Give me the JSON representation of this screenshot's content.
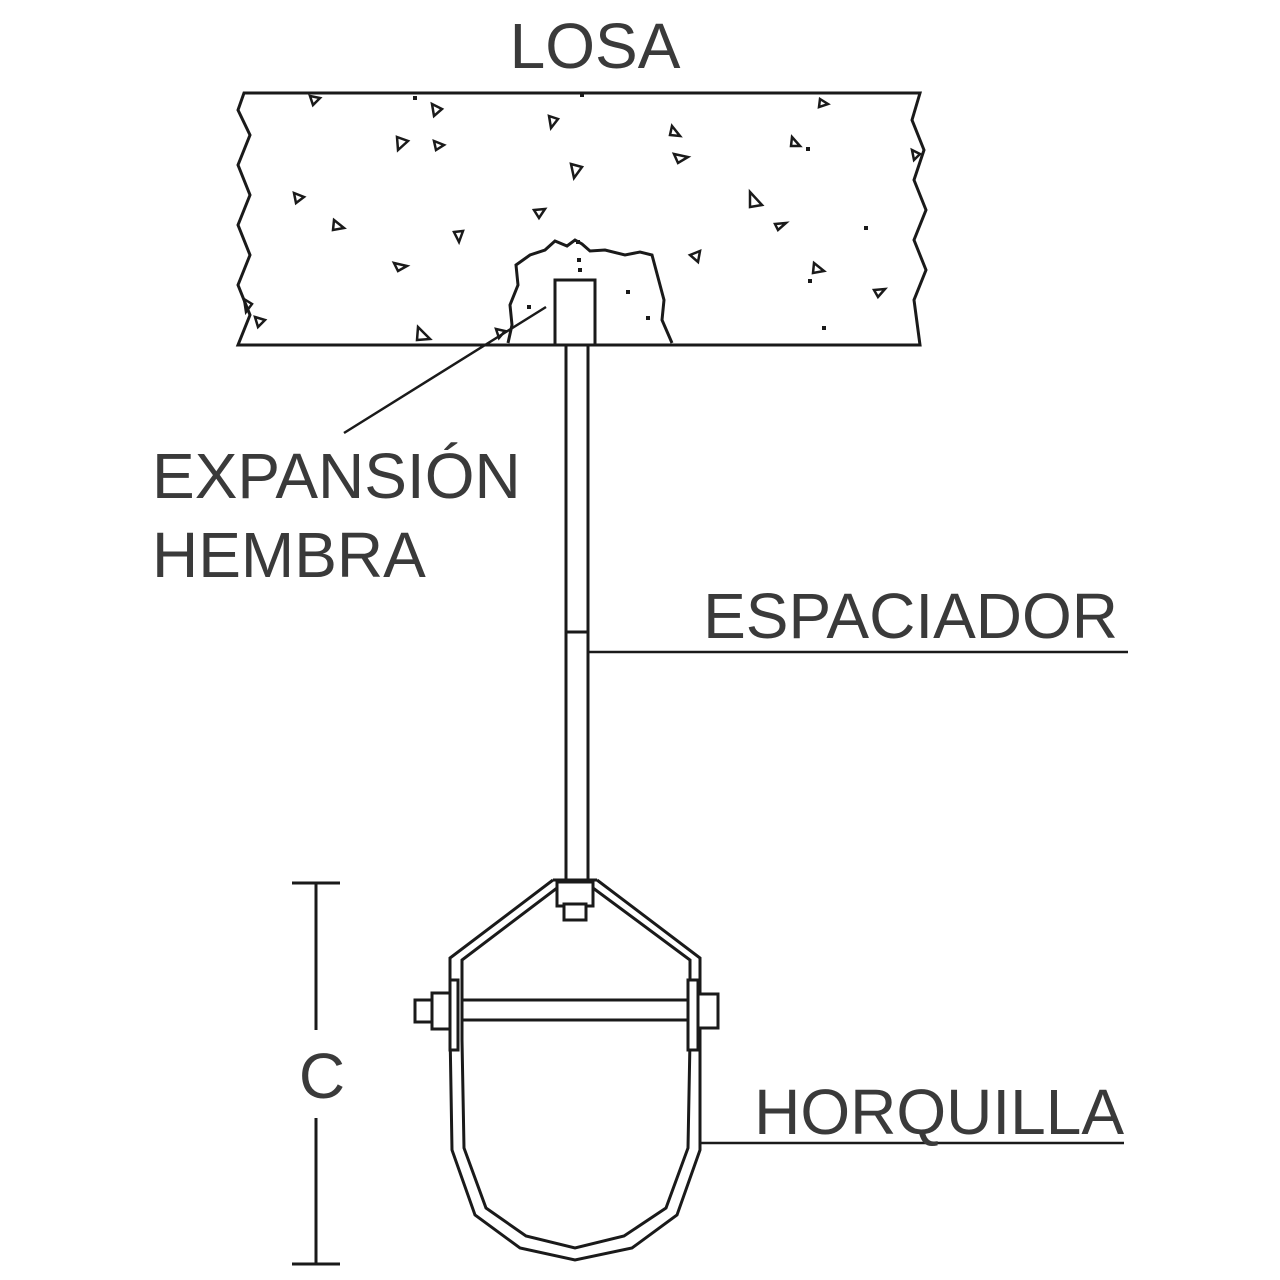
{
  "labels": {
    "slab": "LOSA",
    "anchor_line1": "EXPANSIÓN",
    "anchor_line2": "HEMBRA",
    "spacer": "ESPACIADOR",
    "clamp": "HORQUILLA",
    "dimension": "C"
  },
  "colors": {
    "line": "#1a1a1a",
    "text": "#3a3a3a",
    "background": "#ffffff"
  }
}
